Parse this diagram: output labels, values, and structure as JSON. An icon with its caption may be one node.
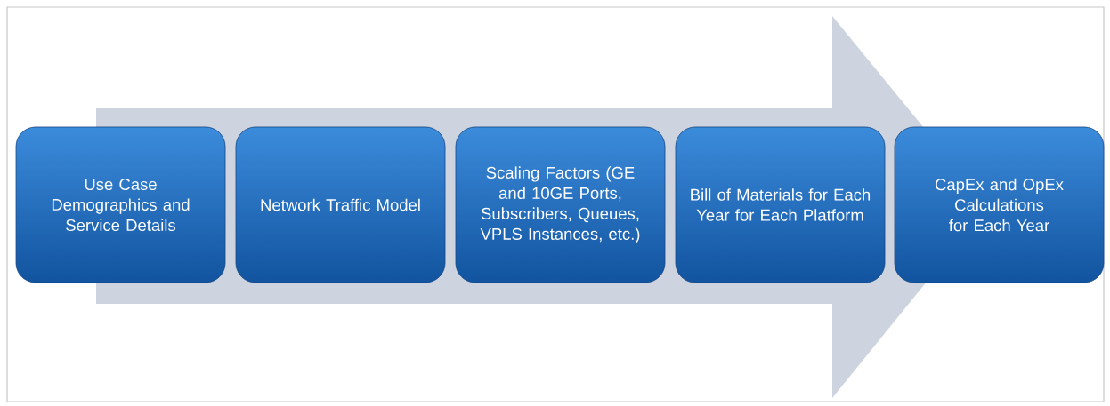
{
  "diagram": {
    "nodes": [
      {
        "text": [
          "Use Case Demographics and Service Details"
        ]
      },
      {
        "text": [
          "Network Traffic Model"
        ]
      },
      {
        "text": [
          "Scaling Factors (GE and 10GE Ports, Subscribers, Queues, VPLS Instances, etc.)"
        ]
      },
      {
        "text": [
          "Bill of Materials for Each Year for Each Platform"
        ]
      },
      {
        "text": [
          "CapEx and OpEx Calculations for Each Year"
        ]
      }
    ]
  }
}
